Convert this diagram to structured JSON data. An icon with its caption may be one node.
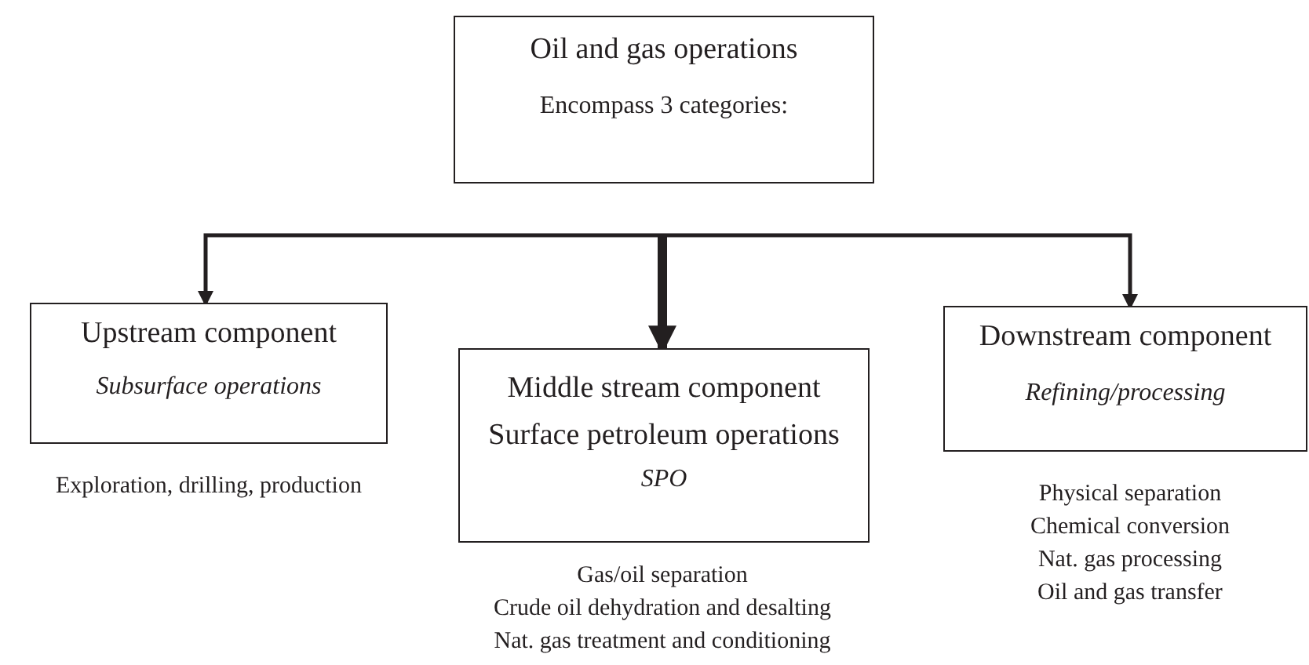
{
  "diagram": {
    "nodes": [
      {
        "text": [
          "Oil and gas operations",
          "Encompass 3 categories:"
        ]
      },
      {
        "text": [
          "Upstream component",
          "Subsurface operations"
        ],
        "beside": [
          "Exploration, drilling, production"
        ]
      },
      {
        "text": [
          "Middle stream component",
          "Surface petroleum operations",
          "SPO"
        ],
        "beside": [
          "Gas/oil separation",
          "Crude oil dehydration and desalting",
          "Nat. gas treatment and conditioning"
        ]
      },
      {
        "text": [
          "Downstream component",
          "Refining/processing"
        ],
        "beside": [
          "Physical separation",
          "Chemical conversion",
          "Nat. gas processing",
          "Oil and gas transfer"
        ]
      }
    ],
    "edges": [
      {
        "from": null,
        "to": 1,
        "arrow": "to"
      },
      {
        "from": null,
        "to": 2,
        "arrow": "to",
        "style": "thick"
      },
      {
        "from": null,
        "to": 3,
        "arrow": "to"
      }
    ]
  }
}
